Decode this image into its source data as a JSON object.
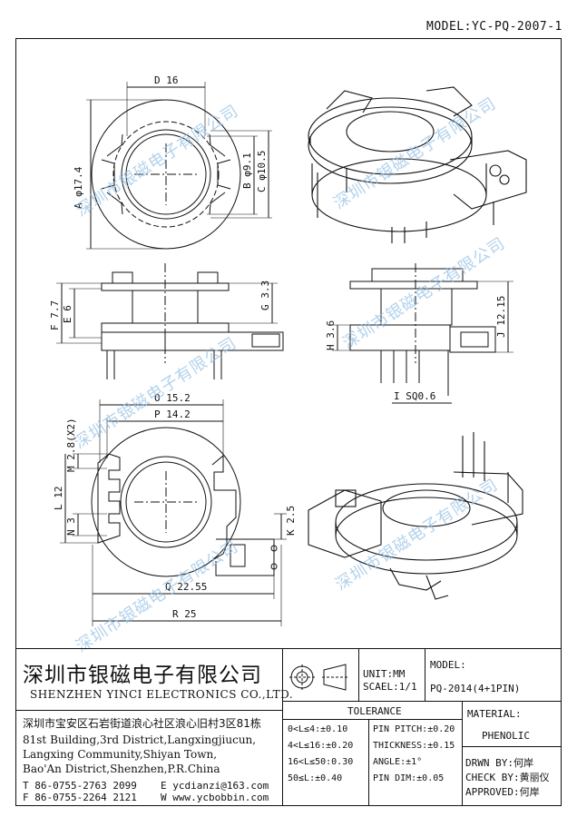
{
  "header": {
    "model": "MODEL:YC-PQ-2007-1"
  },
  "watermark": "深圳市银磁电子有限公司",
  "dims": {
    "d": "D 16",
    "a": "A φ17.4",
    "b": "B φ9.1",
    "c": "C φ10.5",
    "f": "F 7.7",
    "e": "E 6",
    "g": "G 3.3",
    "h": "H 3.6",
    "j": "J 12.15",
    "i": "I SQ0.6",
    "o": "O 15.2",
    "p": "P 14.2",
    "m": "M 2.8(X2)",
    "l": "L 12",
    "n": "N 3",
    "k": "K 2.5",
    "q": "Q 22.55",
    "r": "R 25"
  },
  "company": {
    "name_cn": "深圳市银磁电子有限公司",
    "name_en": "SHENZHEN YINCI ELECTRONICS CO.,LTD.",
    "address_cn": "深圳市宝安区石岩街道浪心社区浪心旧村3区81栋",
    "address_en": [
      "81st Building,3rd District,Langxingjiucun,",
      "Langxing Community,Shiyan Town,",
      "Bao'An District,Shenzhen,P.R.China"
    ],
    "tel": "T 86-0755-2763 2099",
    "fax": "F 86-0755-2264 2121",
    "email": "E ycdianzi@163.com",
    "web": "W www.ycbobbin.com"
  },
  "units": {
    "unit": "UNIT:MM",
    "scale": "SCAEL:1/1"
  },
  "model": {
    "label": "MODEL:",
    "value": "PQ-2014(4+1PIN)"
  },
  "tolerance": {
    "title": "TOLERANCE",
    "left": [
      "0<L≤4:±0.10",
      "4<L≤16:±0.20",
      "16<L≤50:0.30",
      "50≤L:±0.40"
    ],
    "right": [
      "PIN PITCH:±0.20",
      "THICKNESS:±0.15",
      "ANGLE:±1°",
      "PIN DIM:±0.05"
    ]
  },
  "material": {
    "label": "MATERIAL:",
    "value": "PHENOLIC"
  },
  "signoff": {
    "drawn": "DRWN BY:何岸",
    "check": "CHECK BY:黄丽仪",
    "approved": "APPROVED:何岸"
  }
}
